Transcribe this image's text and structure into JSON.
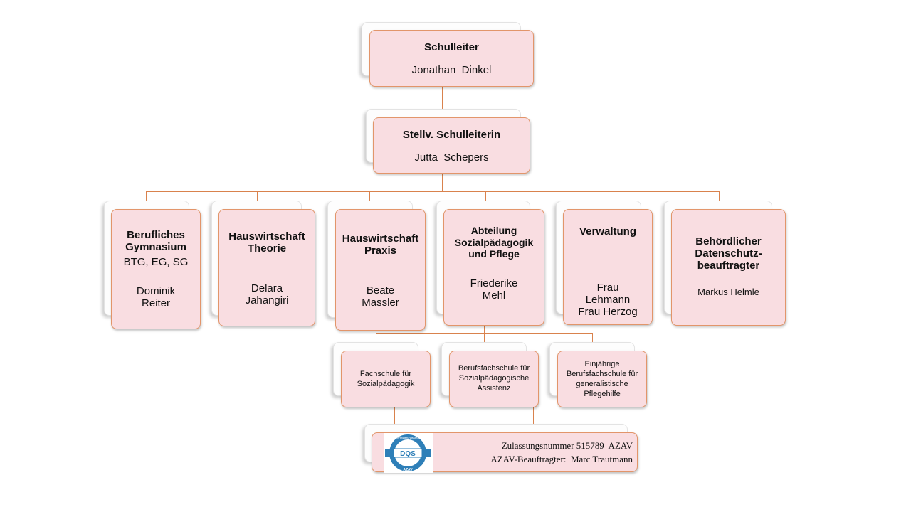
{
  "top": {
    "title": "Schulleiter",
    "name": "Jonathan  Dinkel"
  },
  "deputy": {
    "title": "Stellv. Schulleiterin",
    "name": "Jutta  Schepers"
  },
  "departments": [
    {
      "title": "Berufliches Gymnasium",
      "subtitle": "BTG, EG, SG",
      "name": "Dominik Reiter"
    },
    {
      "title": "Hauswirtschaft Theorie",
      "name": "Delara Jahangiri"
    },
    {
      "title": "Hauswirtschaft Praxis",
      "name": "Beate Massler"
    },
    {
      "title": "Abteilung Sozialpädagogik und Pflege",
      "name": "Friederike Mehl"
    },
    {
      "title": "Verwaltung",
      "name": "Frau Lehmann Frau Herzog"
    },
    {
      "title": "Behördlicher Datenschutz-beauftragter",
      "name": "Markus Helmle"
    }
  ],
  "schools": [
    "Fachschule für Sozialpädagogik",
    "Berufsfachschule für Sozialpädagogische Assistenz",
    "Einjährige Berufsfachschule für generalistische Pflegehilfe"
  ],
  "azav": {
    "line1": "Zulassungsnummer 515789  AZAV",
    "line2": "AZAV-Beauftragter:  Marc Trautmann",
    "logo_text": "AZAV",
    "logo_ring": "Zertifizierungsstelle"
  },
  "colors": {
    "box_fill": "#f9dde1",
    "box_border": "#e2956a",
    "connector": "#d9824d",
    "logo_blue": "#2e7fb8"
  }
}
